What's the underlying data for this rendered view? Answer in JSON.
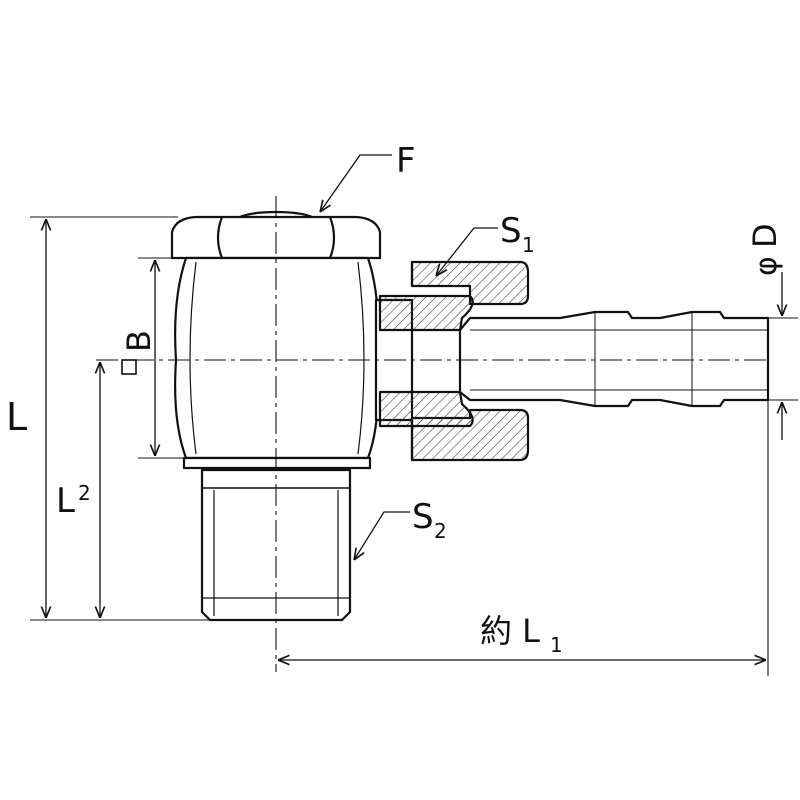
{
  "labels": {
    "F": "F",
    "S1_main": "S",
    "S1_sub": "1",
    "S2_main": "S",
    "S2_sub": "2",
    "L": "L",
    "L2_main": "L",
    "L2_sub": "2",
    "B": "B",
    "D": "D",
    "phi": "φ",
    "L1_prefix": "約 L",
    "L1_sub": "1"
  },
  "colors": {
    "line": "#111111",
    "body_fill": "#ffffff",
    "hatch": "#444444"
  }
}
